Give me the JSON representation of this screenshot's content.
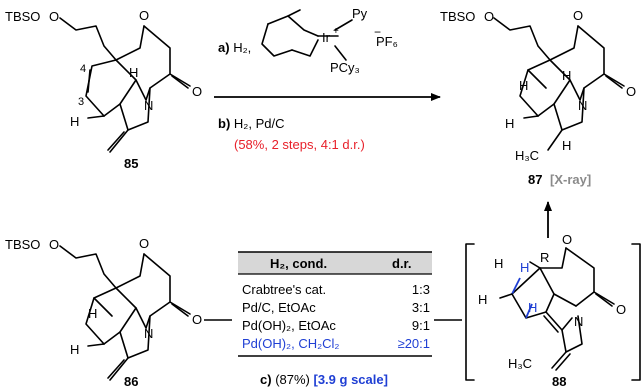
{
  "structures": {
    "s85": {
      "number": "85",
      "tbso": "TBSO",
      "o1": "O",
      "o2": "O",
      "n": "N",
      "h": "H",
      "h2": "H",
      "c3": "3",
      "c4": "4"
    },
    "s87": {
      "number": "87",
      "xray": "[X-ray]",
      "tbso": "TBSO",
      "o1": "O",
      "o2": "O",
      "n": "N",
      "h1": "H",
      "h2": "H",
      "h3": "H",
      "h4": "H",
      "me": "H₃C"
    },
    "s86": {
      "number": "86",
      "tbso": "TBSO",
      "o1": "O",
      "o2": "O",
      "n": "N",
      "h1": "H",
      "h2": "H"
    },
    "s88": {
      "number": "88",
      "o1": "O",
      "o2": "O",
      "n": "N",
      "r": "R",
      "h1": "H",
      "h2": "H",
      "h3": "H",
      "h4": "H",
      "me": "H₃C"
    }
  },
  "catalyst": {
    "py": "Py",
    "ir": "Ir",
    "plus": "+",
    "pf6": "PF₆",
    "minus": "−",
    "pcy3": "PCy₃"
  },
  "top_reaction": {
    "step_a_letter": "a)",
    "step_a_text": "H₂,",
    "step_b_letter": "b)",
    "step_b_text": "H₂, Pd/C",
    "yield": "(58%, 2 steps, 4:1 d.r.)"
  },
  "table": {
    "headers": [
      "H₂, cond.",
      "d.r."
    ],
    "rows": [
      {
        "cond": "Crabtree's cat.",
        "dr": "1:3",
        "highlight": false
      },
      {
        "cond": "Pd/C, EtOAc",
        "dr": "3:1",
        "highlight": false
      },
      {
        "cond": "Pd(OH)₂, EtOAc",
        "dr": "9:1",
        "highlight": false
      },
      {
        "cond": "Pd(OH)₂, CH₂Cl₂",
        "dr": "≥20:1",
        "highlight": true
      }
    ],
    "caption_letter": "c)",
    "caption_yield": "(87%)",
    "caption_scale": "[3.9 g scale]"
  },
  "colors": {
    "red": "#e8202a",
    "blue": "#1f3fd4",
    "grey": "#8a8a8a"
  }
}
